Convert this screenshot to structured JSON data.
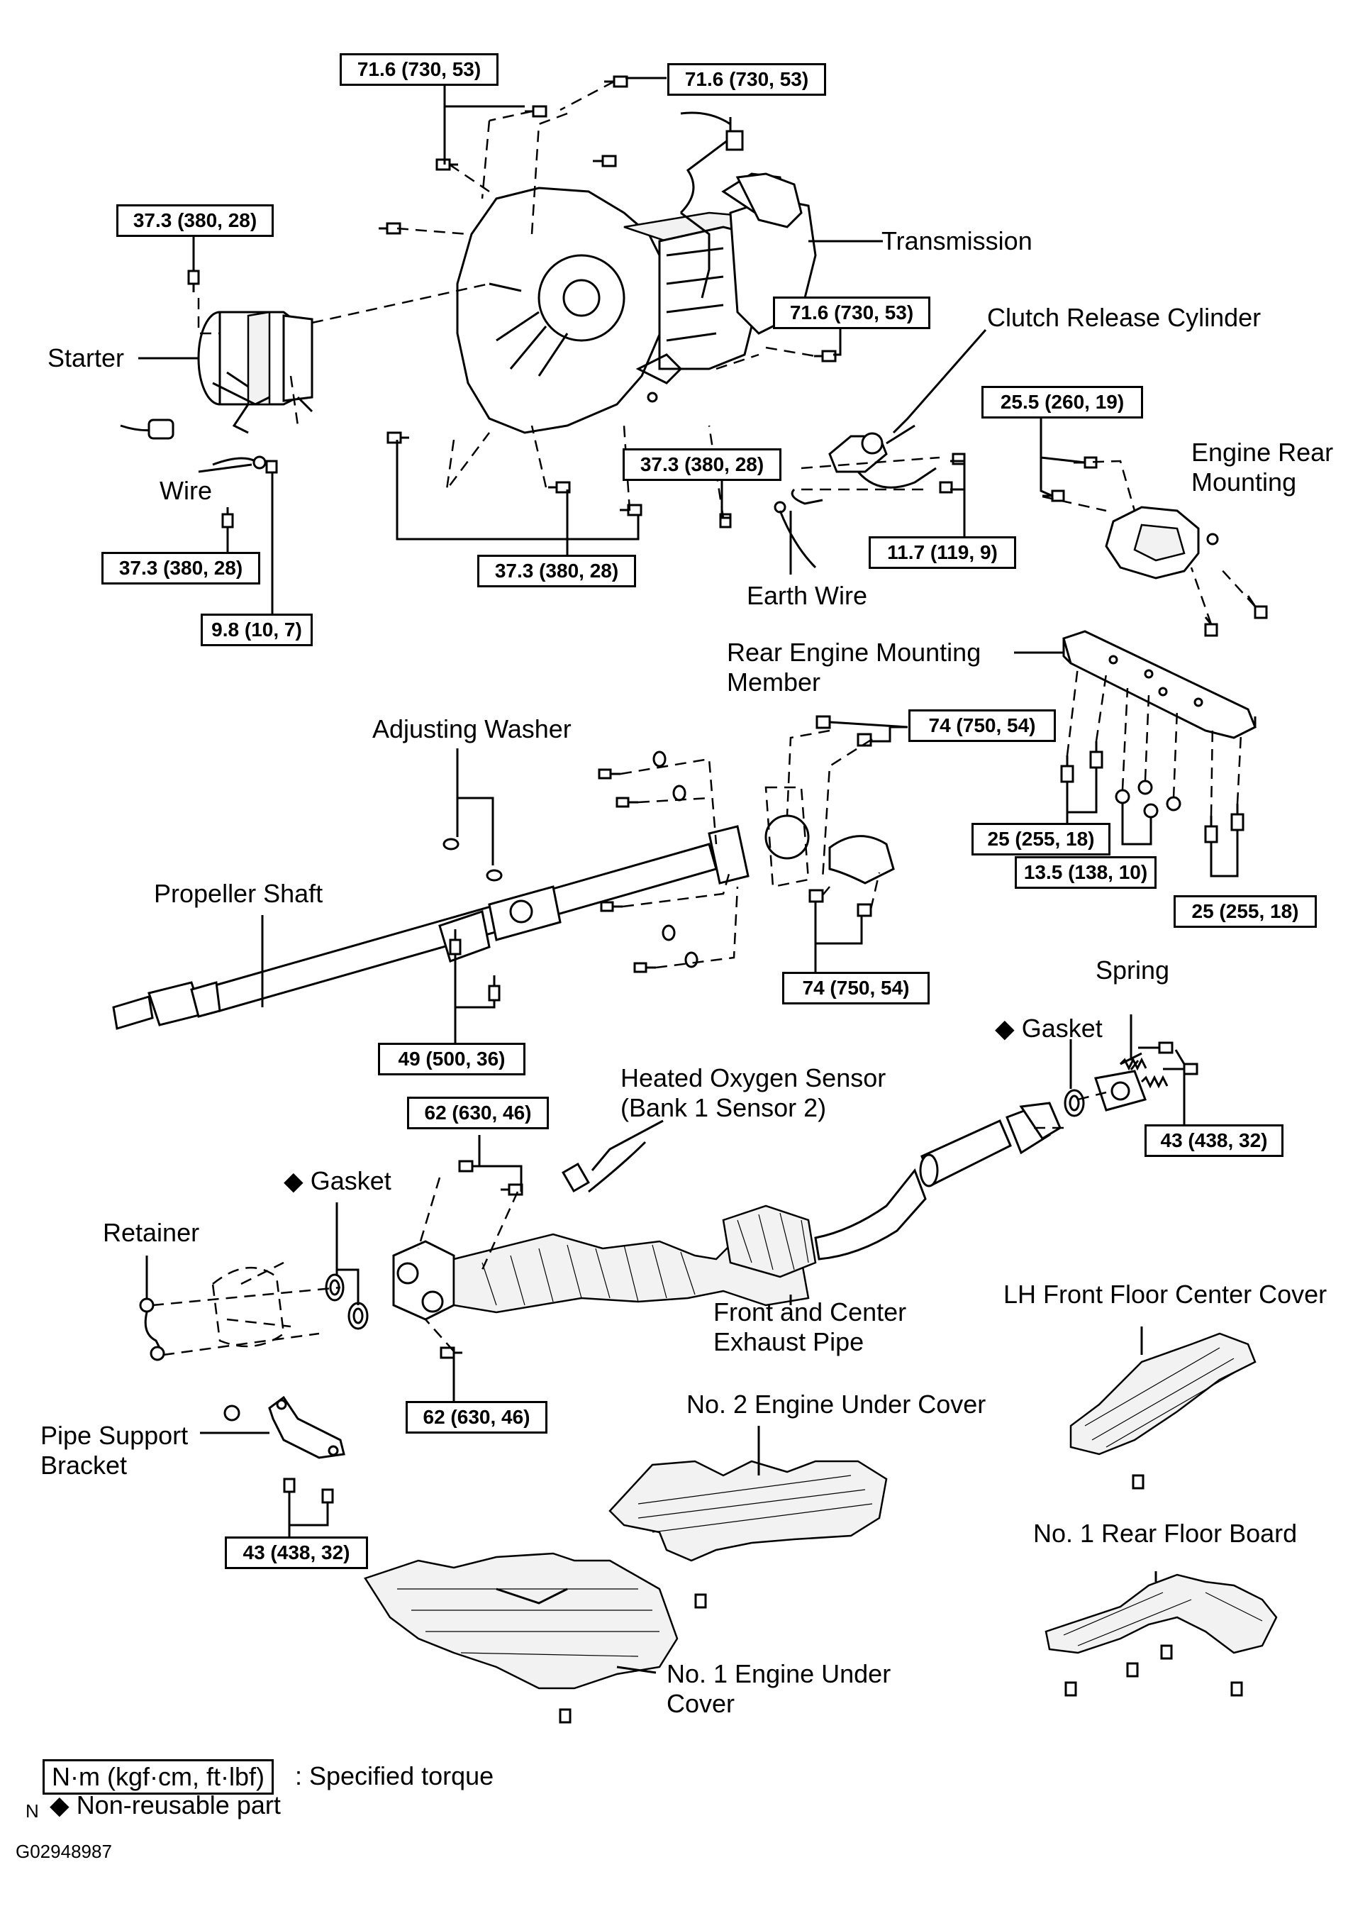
{
  "labels": {
    "transmission": "Transmission",
    "clutch_release_cylinder": "Clutch Release Cylinder",
    "starter": "Starter",
    "wire": "Wire",
    "engine_rear_mounting_line1": "Engine Rear",
    "engine_rear_mounting_line2": "Mounting",
    "earth_wire": "Earth Wire",
    "rear_engine_mounting_member_line1": "Rear Engine Mounting",
    "rear_engine_mounting_member_line2": "Member",
    "adjusting_washer": "Adjusting Washer",
    "propeller_shaft": "Propeller Shaft",
    "spring": "Spring",
    "gasket_right": "Gasket",
    "heated_oxygen_sensor_line1": "Heated Oxygen Sensor",
    "heated_oxygen_sensor_line2": "(Bank 1 Sensor 2)",
    "gasket_left": "Gasket",
    "retainer": "Retainer",
    "front_center_exhaust_pipe_line1": "Front and Center",
    "front_center_exhaust_pipe_line2": "Exhaust Pipe",
    "lh_front_floor_center_cover": "LH Front Floor Center Cover",
    "pipe_support_bracket_line1": "Pipe Support",
    "pipe_support_bracket_line2": "Bracket",
    "no2_engine_under_cover": "No. 2 Engine Under Cover",
    "no1_rear_floor_board": "No. 1 Rear Floor Board",
    "no1_engine_under_cover_line1": "No. 1 Engine Under",
    "no1_engine_under_cover_line2": "Cover"
  },
  "torques": {
    "t_top_left": "71.6 (730, 53)",
    "t_top_right": "71.6 (730, 53)",
    "t_starter_top": "37.3 (380, 28)",
    "t_trans_side": "71.6 (730, 53)",
    "t_engine_mount": "25.5 (260, 19)",
    "t_clutch_left": "37.3 (380, 28)",
    "t_starter_bottom": "37.3 (380, 28)",
    "t_trans_bottom": "37.3 (380, 28)",
    "t_clutch_right": "11.7 (119, 9)",
    "t_wire": "9.8 (10, 7)",
    "t_member_top": "74 (750, 54)",
    "t_member_a": "25 (255, 18)",
    "t_member_b": "13.5 (138, 10)",
    "t_member_c": "25 (255, 18)",
    "t_member_bottom": "74 (750, 54)",
    "t_prop": "49 (500, 36)",
    "t_spring": "43 (438, 32)",
    "t_pipe_top": "62 (630, 46)",
    "t_pipe_bottom": "62 (630, 46)",
    "t_bracket": "43 (438, 32)"
  },
  "legend": {
    "unit_box": "N·m (kgf·cm, ft·lbf)",
    "unit_desc": ": Specified torque",
    "nonreusable_symbol": "◆",
    "nonreusable_desc": "Non-reusable part",
    "n_mark": "N"
  },
  "figure_id": "G02948987",
  "colors": {
    "ink": "#000000",
    "paper": "#ffffff"
  }
}
